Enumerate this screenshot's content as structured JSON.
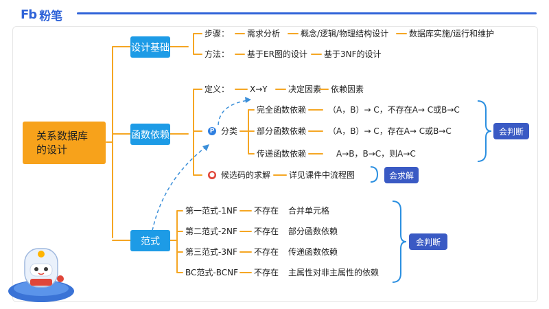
{
  "header": {
    "logo_mark": "Fb",
    "logo_text": "粉笔"
  },
  "root": {
    "line1": "关系数据库",
    "line2": "的设计"
  },
  "branches": {
    "design_basics": {
      "label": "设计基础",
      "steps_label": "步骤：",
      "steps": [
        "需求分析",
        "概念/逻辑/物理结构设计",
        "数据库实施/运行和维护"
      ],
      "method_label": "方法：",
      "methods": [
        "基于ER图的设计",
        "基于3NF的设计"
      ]
    },
    "functional_dependency": {
      "label": "函数依赖",
      "definition_label": "定义：",
      "definition": [
        "X→Y",
        "决定因素",
        "依赖因素"
      ],
      "classify_label": "分类",
      "classes": [
        {
          "name": "完全函数依赖",
          "rule": "（A，B）→ C，不存在A→ C或B→C"
        },
        {
          "name": "部分函数依赖",
          "rule": "（A，B）→ C，存在A→ C或B→C"
        },
        {
          "name": "传递函数依赖",
          "rule": "A→B，B→C，则A→C"
        }
      ],
      "classes_badge": "会判断",
      "candidate_key_label": "候选码的求解",
      "candidate_key_detail": "详见课件中流程图",
      "candidate_key_badge": "会求解"
    },
    "normal_form": {
      "label": "范式",
      "items": [
        {
          "name": "第一范式-1NF",
          "cond": "不存在",
          "detail": "合并单元格"
        },
        {
          "name": "第二范式-2NF",
          "cond": "不存在",
          "detail": "部分函数依赖"
        },
        {
          "name": "第三范式-3NF",
          "cond": "不存在",
          "detail": "传递函数依赖"
        },
        {
          "name": "BC范式-BCNF",
          "cond": "不存在",
          "detail": "主属性对非主属性的依赖"
        }
      ],
      "badge": "会判断"
    }
  },
  "colors": {
    "root": "#f7a21b",
    "branch": "#1d9be6",
    "badge": "#3a5ac4",
    "line": "#f5a623",
    "dashed": "#3b8fd9",
    "logo": "#2f63d8"
  }
}
